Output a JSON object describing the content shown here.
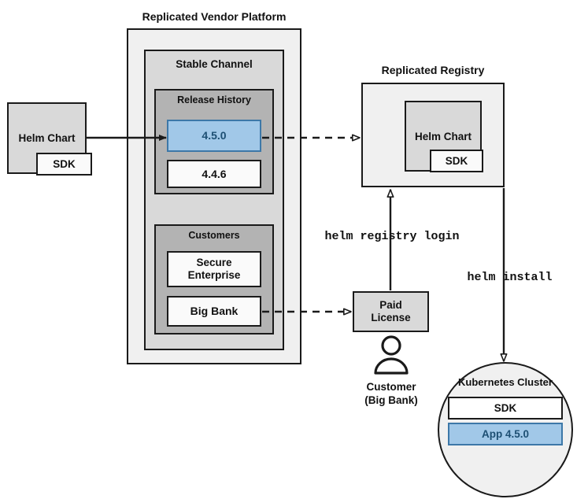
{
  "diagram": {
    "title_vendor_platform": "Replicated Vendor Platform",
    "title_registry": "Replicated Registry",
    "channel_title": "Stable Channel",
    "release_history_title": "Release History",
    "customers_title": "Customers",
    "kubernetes_title": "Kubernetes Cluster"
  },
  "nodes": {
    "source_helm_chart": "Helm Chart",
    "source_sdk": "SDK",
    "release_current": "4.5.0",
    "release_previous": "4.4.6",
    "customer_secure_enterprise": "Secure\nEnterprise",
    "customer_big_bank": "Big Bank",
    "registry_helm_chart": "Helm Chart",
    "registry_sdk": "SDK",
    "paid_license": "Paid\nLicense",
    "actor_label_line1": "Customer",
    "actor_label_line2": "(Big Bank)",
    "cluster_sdk": "SDK",
    "cluster_app": "App 4.5.0"
  },
  "commands": {
    "registry_login": "helm registry login",
    "install": "helm install"
  },
  "colors": {
    "accent_blue_fill": "#a1c8e8",
    "accent_blue_border": "#3d78a8",
    "accent_blue_text": "#1d4f73",
    "stroke": "#1a1a1a",
    "outer_gray": "#f0f0f0",
    "channel_gray": "#d9d9d9",
    "section_gray": "#b3b3b3",
    "node_gray": "#d9d9d9",
    "white": "#fafafa"
  }
}
